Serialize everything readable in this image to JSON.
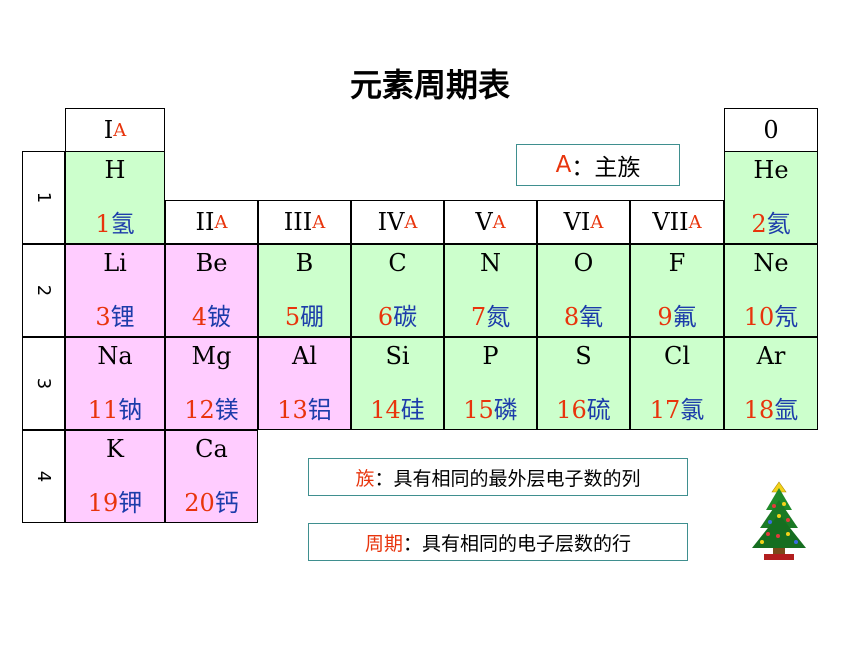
{
  "title": "元素周期表",
  "groups": [
    {
      "roman": "I",
      "suffix": "A"
    },
    {
      "roman": "II",
      "suffix": "A"
    },
    {
      "roman": "III",
      "suffix": "A"
    },
    {
      "roman": "IV",
      "suffix": "A"
    },
    {
      "roman": "V",
      "suffix": "A"
    },
    {
      "roman": "VI",
      "suffix": "A"
    },
    {
      "roman": "VII",
      "suffix": "A"
    },
    {
      "roman": "0",
      "suffix": ""
    }
  ],
  "periods": [
    "1",
    "2",
    "3",
    "4"
  ],
  "elements": [
    {
      "symbol": "H",
      "number": "1",
      "name": "氢"
    },
    {
      "symbol": "He",
      "number": "2",
      "name": "氦"
    },
    {
      "symbol": "Li",
      "number": "3",
      "name": "锂"
    },
    {
      "symbol": "Be",
      "number": "4",
      "name": "铍"
    },
    {
      "symbol": "B",
      "number": "5",
      "name": "硼"
    },
    {
      "symbol": "C",
      "number": "6",
      "name": "碳"
    },
    {
      "symbol": "N",
      "number": "7",
      "name": "氮"
    },
    {
      "symbol": "O",
      "number": "8",
      "name": "氧"
    },
    {
      "symbol": "F",
      "number": "9",
      "name": "氟"
    },
    {
      "symbol": "Ne",
      "number": "10",
      "name": "氖"
    },
    {
      "symbol": "Na",
      "number": "11",
      "name": "钠"
    },
    {
      "symbol": "Mg",
      "number": "12",
      "name": "镁"
    },
    {
      "symbol": "Al",
      "number": "13",
      "name": "铝"
    },
    {
      "symbol": "Si",
      "number": "14",
      "name": "硅"
    },
    {
      "symbol": "P",
      "number": "15",
      "name": "磷"
    },
    {
      "symbol": "S",
      "number": "16",
      "name": "硫"
    },
    {
      "symbol": "Cl",
      "number": "17",
      "name": "氯"
    },
    {
      "symbol": "Ar",
      "number": "18",
      "name": "氩"
    },
    {
      "symbol": "K",
      "number": "19",
      "name": "钾"
    },
    {
      "symbol": "Ca",
      "number": "20",
      "name": "钙"
    }
  ],
  "notes": {
    "main_group": {
      "label": "A",
      "text": "：主族"
    },
    "family": {
      "label": "族",
      "text": "：具有相同的最外层电子数的列"
    },
    "period": {
      "label": "周期",
      "text": "：具有相同的电子层数的行"
    }
  },
  "colors": {
    "metal": "#ffccff",
    "nonmetal": "#ccffcc",
    "number": "#e8340c",
    "name": "#1c3caa"
  }
}
